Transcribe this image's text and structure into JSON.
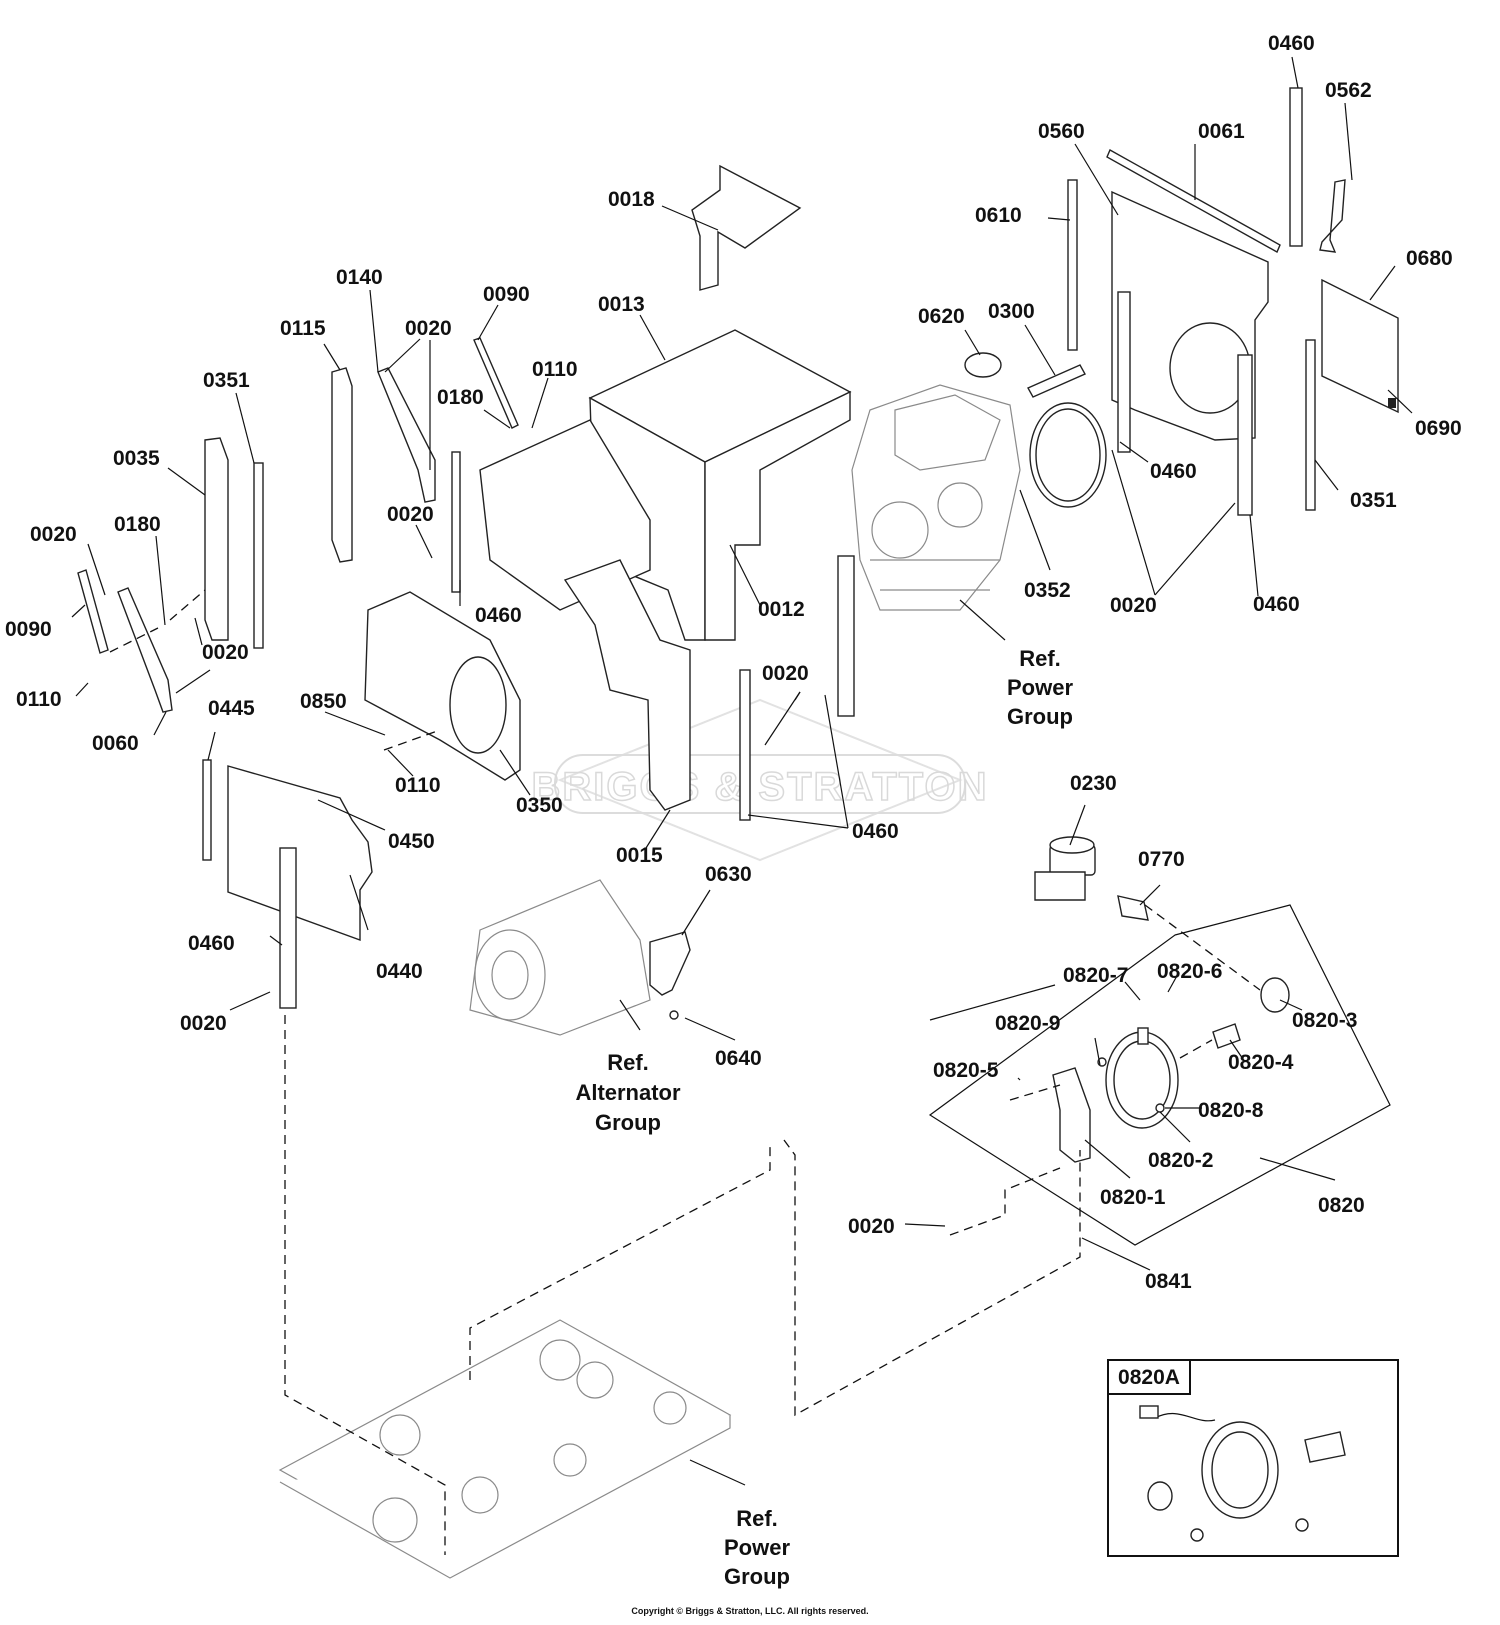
{
  "diagram": {
    "part_labels": [
      "0460",
      "0562",
      "0560",
      "0061",
      "0610",
      "0680",
      "0018",
      "0620",
      "0300",
      "0140",
      "0090",
      "0013",
      "0115",
      "0020",
      "0110",
      "0351",
      "0180",
      "0690",
      "0460",
      "0035",
      "0351",
      "0020",
      "0180",
      "0020",
      "0352",
      "0020",
      "0460",
      "0012",
      "0090",
      "0020",
      "0460",
      "0110",
      "0060",
      "0850",
      "0445",
      "0020",
      "0110",
      "0350",
      "0450",
      "0460",
      "0015",
      "0230",
      "0770",
      "0630",
      "0460",
      "0440",
      "0020",
      "0820-7",
      "0820-6",
      "0820-3",
      "0820-9",
      "0640",
      "0820-4",
      "0820-5",
      "0820-8",
      "0820-2",
      "0820-1",
      "0820",
      "0020",
      "0841"
    ],
    "ref_power_group_top": [
      "Ref.",
      "Power",
      "Group"
    ],
    "ref_alternator_group": [
      "Ref.",
      "Alternator",
      "Group"
    ],
    "ref_power_group_bottom": [
      "Ref.",
      "Power",
      "Group"
    ],
    "inset_label": "0820A",
    "watermark": "BRIGGS & STRATTON",
    "copyright": "Copyright © Briggs & Stratton, LLC. All rights reserved."
  }
}
